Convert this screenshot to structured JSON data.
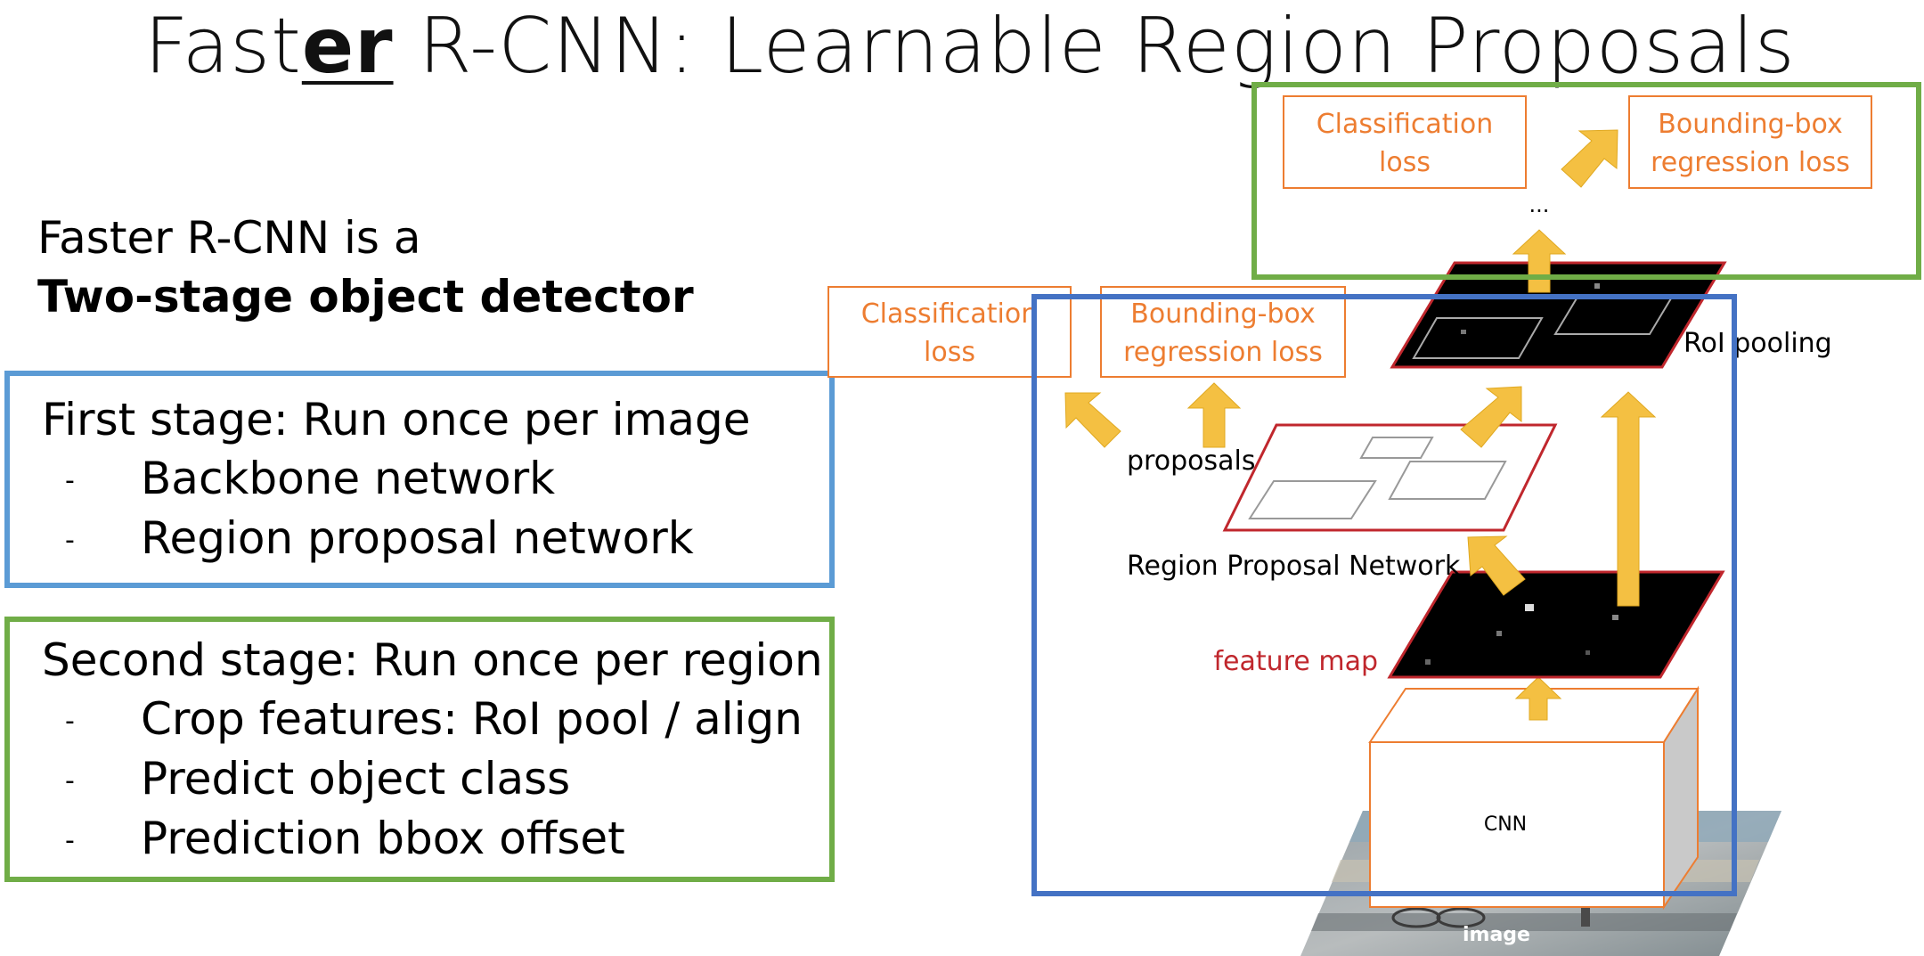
{
  "title": {
    "prefix": "Fast",
    "emphasis": "er",
    "suffix": " R-CNN: Learnable Region Proposals"
  },
  "intro": {
    "line1": "Faster R-CNN is a",
    "line2": "Two-stage object detector"
  },
  "stages": [
    {
      "heading": "First stage: Run once per image",
      "bullets": [
        {
          "dash": "-",
          "text": "Backbone network"
        },
        {
          "dash": "-",
          "text": "Region proposal network"
        }
      ]
    },
    {
      "heading": "Second stage: Run once per region",
      "bullets": [
        {
          "dash": "-",
          "text": "Crop features: RoI pool / align"
        },
        {
          "dash": "-",
          "text": "Predict object class"
        },
        {
          "dash": "-",
          "text": "Prediction bbox offset"
        }
      ]
    }
  ],
  "diagram": {
    "top_losses": {
      "classification": [
        "Classification",
        "loss"
      ],
      "bbox": [
        "Bounding-box",
        "regression loss"
      ],
      "ellipsis": "..."
    },
    "rpn_losses": {
      "classification": [
        "Classification",
        "loss"
      ],
      "bbox": [
        "Bounding-box",
        "regression loss"
      ]
    },
    "labels": {
      "roi_pooling": "RoI pooling",
      "proposals": "proposals",
      "rpn": "Region Proposal Network",
      "feature_map": "feature map",
      "cnn": "CNN",
      "image": "image"
    }
  },
  "colors": {
    "blue": "#5b9bd5",
    "green": "#70ad47",
    "diagram_blue": "#4472c4",
    "orange": "#ed7d31",
    "arrow_yellow": "#f4c042",
    "dark_red": "#c0272d"
  }
}
